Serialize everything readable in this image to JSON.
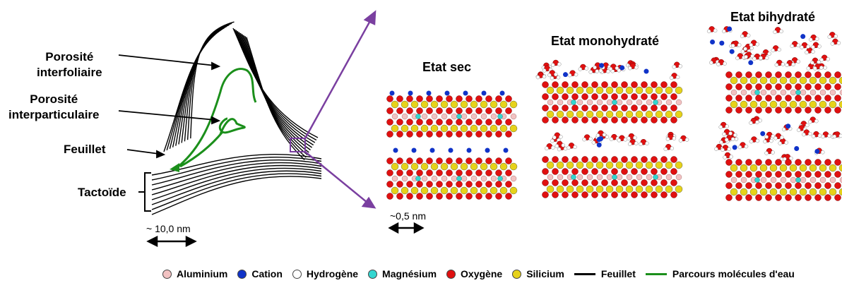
{
  "labels": {
    "porosite_interfoliaire": [
      "Porosité",
      "interfoliaire"
    ],
    "porosite_interparticulaire": [
      "Porosité",
      "interparticulaire"
    ],
    "feuillet": "Feuillet",
    "tactoide": "Tactoïde",
    "scale_left": "~ 10,0 nm",
    "scale_mid": "~0,5 nm"
  },
  "states": {
    "sec": "Etat sec",
    "monohydrate": "Etat monohydraté",
    "bihydrate": "Etat bihydraté"
  },
  "legend": [
    {
      "name": "Aluminium",
      "color": "#f2c2c2",
      "kind": "dot"
    },
    {
      "name": "Cation",
      "color": "#1033c8",
      "kind": "dot"
    },
    {
      "name": "Hydrogène",
      "color": "#ffffff",
      "kind": "dot"
    },
    {
      "name": "Magnésium",
      "color": "#33d6d0",
      "kind": "dot"
    },
    {
      "name": "Oxygène",
      "color": "#e01010",
      "kind": "dot"
    },
    {
      "name": "Silicium",
      "color": "#e6d21a",
      "kind": "dot"
    },
    {
      "name": "Feuillet",
      "color": "#000000",
      "kind": "line"
    },
    {
      "name": "Parcours molécules d'eau",
      "color": "#1b8f1b",
      "kind": "line"
    }
  ],
  "colors": {
    "arrow_purple": "#7a3fa0",
    "sheet_black": "#000000",
    "water_path": "#1b8f1b"
  }
}
